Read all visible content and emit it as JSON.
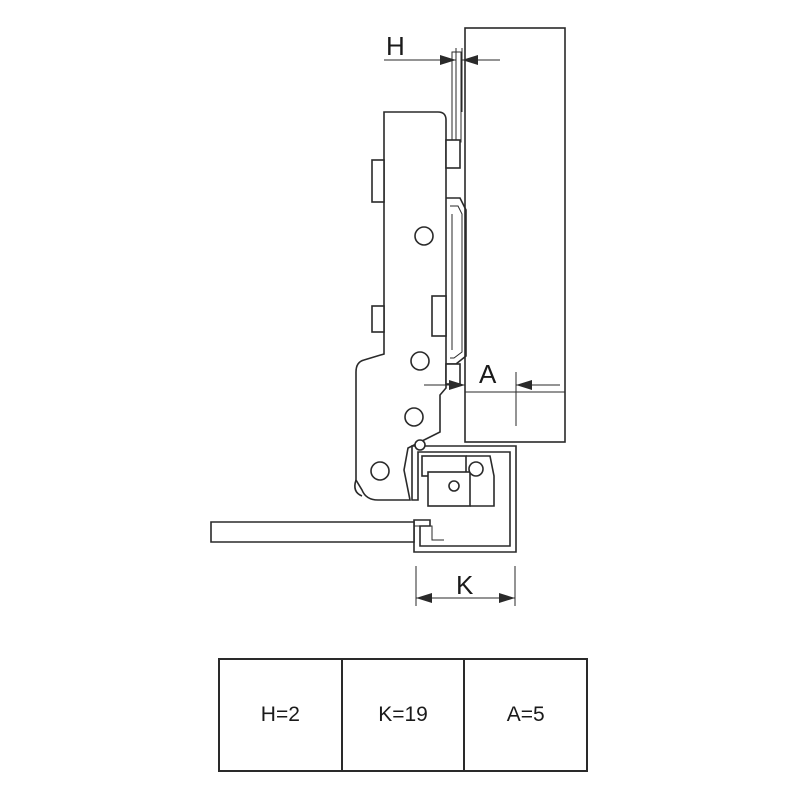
{
  "dimensions": {
    "h_label": "H",
    "a_label": "A",
    "k_label": "K"
  },
  "spec_table": [
    {
      "text": "H=2"
    },
    {
      "text": "K=19"
    },
    {
      "text": "A=5"
    }
  ]
}
